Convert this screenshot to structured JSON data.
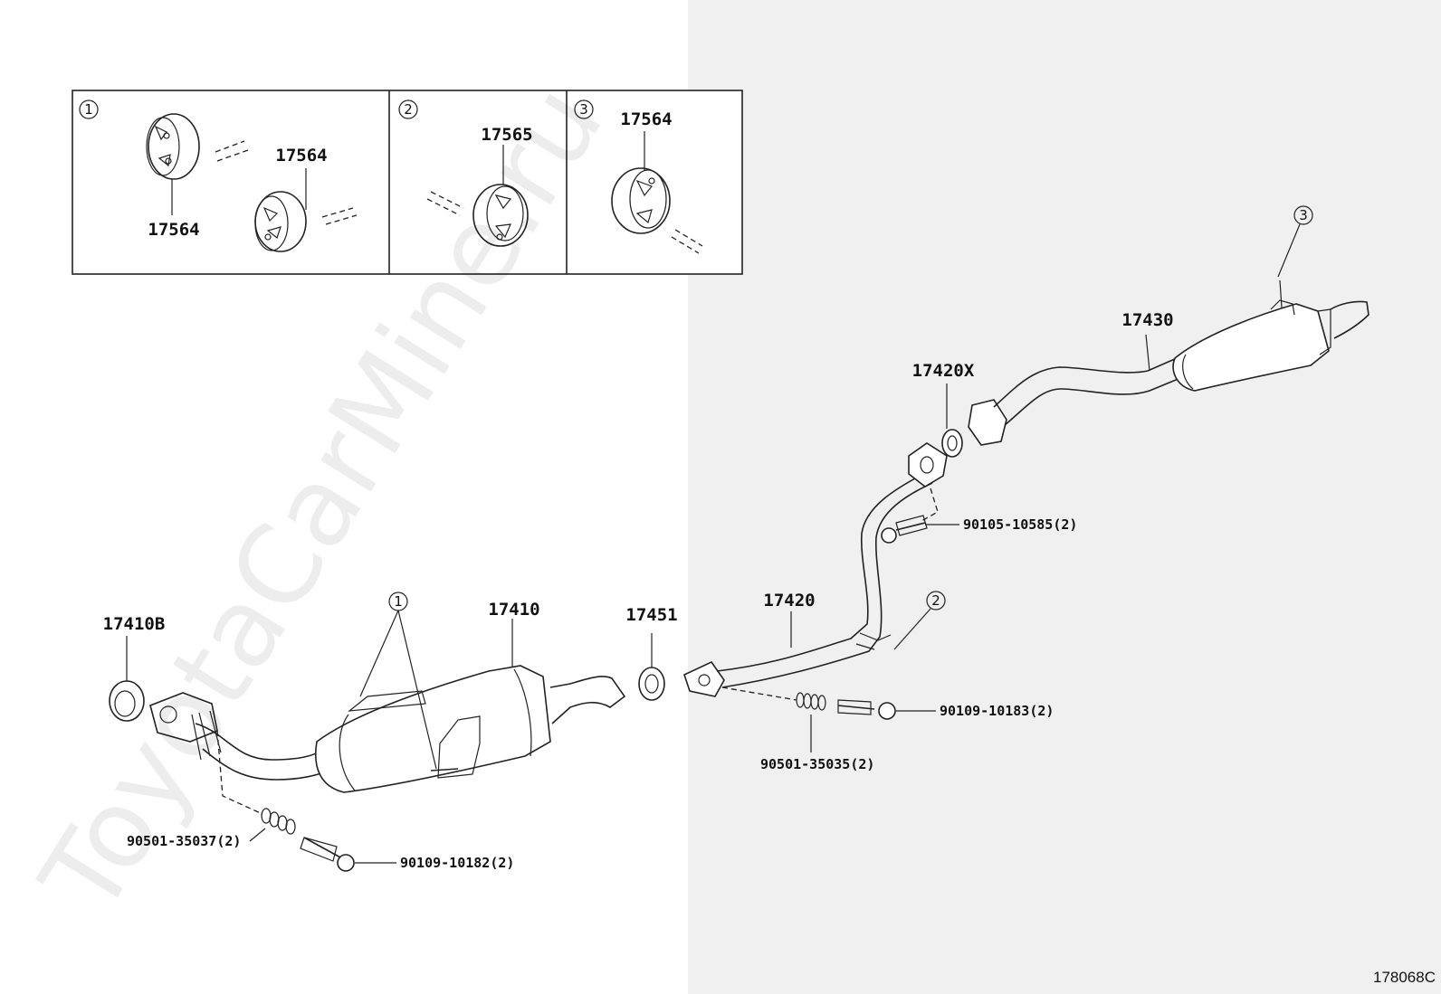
{
  "inset_panels": [
    {
      "callout": "1",
      "labels": [
        "17564",
        "17564"
      ]
    },
    {
      "callout": "2",
      "labels": [
        "17565"
      ]
    },
    {
      "callout": "3",
      "labels": [
        "17564"
      ]
    }
  ],
  "parts": {
    "p17410B": "17410B",
    "p17410": "17410",
    "p17451": "17451",
    "p17420": "17420",
    "p17420X": "17420X",
    "p17430": "17430"
  },
  "hardware": {
    "h90501_35037": "90501-35037(2)",
    "h90109_10182": "90109-10182(2)",
    "h90501_35035": "90501-35035(2)",
    "h90109_10183": "90109-10183(2)",
    "h90105_10585": "90105-10585(2)"
  },
  "callouts": {
    "c1": "1",
    "c2": "2",
    "c3": "3"
  },
  "watermark": "ToyotaCarMine.ru",
  "diagram_code": "178068C",
  "colors": {
    "background_left": "#ffffff",
    "background_right": "#f0f0f0",
    "line": "#222222"
  }
}
